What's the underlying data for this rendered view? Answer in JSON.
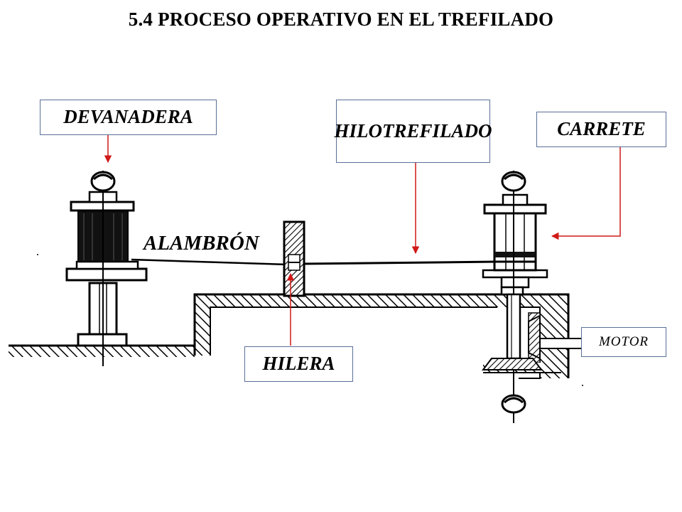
{
  "title": "5.4  PROCESO OPERATIVO EN EL TREFILADO",
  "labels": {
    "devanadera": "DEVANADERA",
    "hilo_trefilado": [
      "HILO",
      "TREFILADO"
    ],
    "carrete": "CARRETE",
    "alambron": "ALAMBRÓN",
    "hilera": "HILERA",
    "motor": "MOTOR"
  },
  "colors": {
    "pointer": "#d01818",
    "label_border": "#5a6f96",
    "ink": "#000000"
  }
}
